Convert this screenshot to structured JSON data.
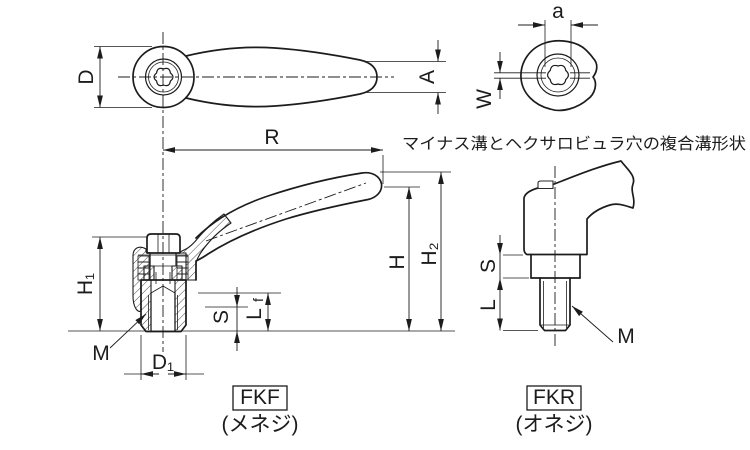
{
  "note": "マイナス溝とヘクサロビュラ穴の複合溝形状",
  "labels": {
    "D": "D",
    "A": "A",
    "a": "a",
    "W": "W",
    "R": "R",
    "H": "H",
    "H2": "H₂",
    "H1": "H₁",
    "S": "S",
    "Lf_main": "L",
    "Lf_sub": "f",
    "D1": "D₁",
    "M": "M",
    "S_side": "S",
    "L_side": "L",
    "M_side": "M"
  },
  "variants": [
    {
      "code": "FKF",
      "thread_type": "(メネジ)"
    },
    {
      "code": "FKR",
      "thread_type": "(オネジ)"
    }
  ]
}
